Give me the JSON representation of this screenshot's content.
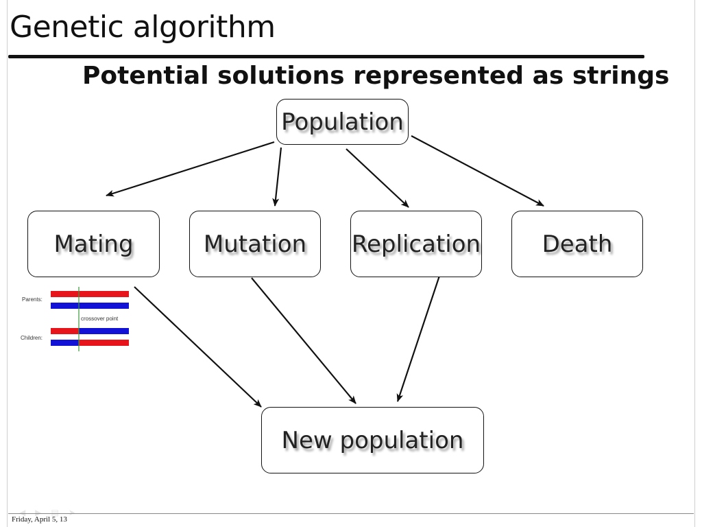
{
  "slide": {
    "title": "Genetic algorithm",
    "subtitle": "Potential solutions represented as strings",
    "footer_date": "Friday, April 5, 13"
  },
  "nodes": {
    "population": "Population",
    "mating": "Mating",
    "mutation": "Mutation",
    "replication": "Replication",
    "death": "Death",
    "new_population": "New population"
  },
  "crossover": {
    "parents_label": "Parents:",
    "children_label": "Children:",
    "point_label": "crossover point",
    "colors": {
      "red": "#e8141b",
      "blue": "#1212d6",
      "marker": "#3a9a3a"
    }
  },
  "nav_icons": [
    "prev-icon",
    "next-icon",
    "menu-icon",
    "forward-icon"
  ]
}
